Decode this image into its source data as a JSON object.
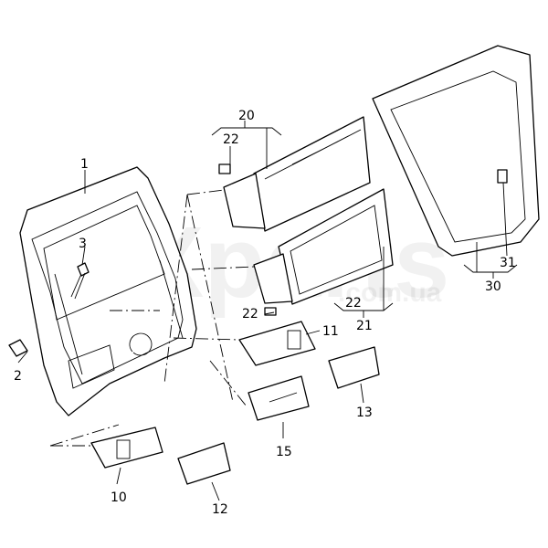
{
  "watermark": {
    "main": "Xparts",
    "sub": ".com.ua"
  },
  "labels": {
    "p1": "1",
    "p2": "2",
    "p3": "3",
    "p10": "10",
    "p11": "11",
    "p12": "12",
    "p13": "13",
    "p15": "15",
    "p20": "20",
    "p21": "21",
    "p22a": "22",
    "p22b": "22",
    "p22c": "22",
    "p30": "30",
    "p31": "31"
  }
}
